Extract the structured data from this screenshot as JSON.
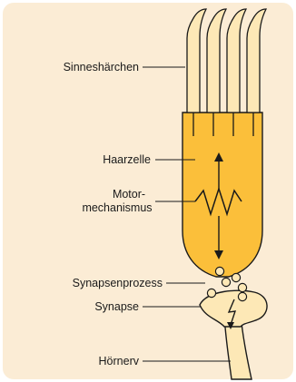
{
  "labels": {
    "hairs": "Sinneshärchen",
    "hair_cell": "Haarzelle",
    "motor_line1": "Motor-",
    "motor_line2": "mechanismus",
    "synaptic_process": "Synapsenprozess",
    "synapse": "Synapse",
    "auditory_nerve": "Hörnerv"
  },
  "colors": {
    "panel": "#fbecd5",
    "cell_fill": "#fbbf3a",
    "hair_fill": "#fde8b6",
    "nerve_fill": "#fde8b6",
    "outline": "#1a1a1a"
  }
}
